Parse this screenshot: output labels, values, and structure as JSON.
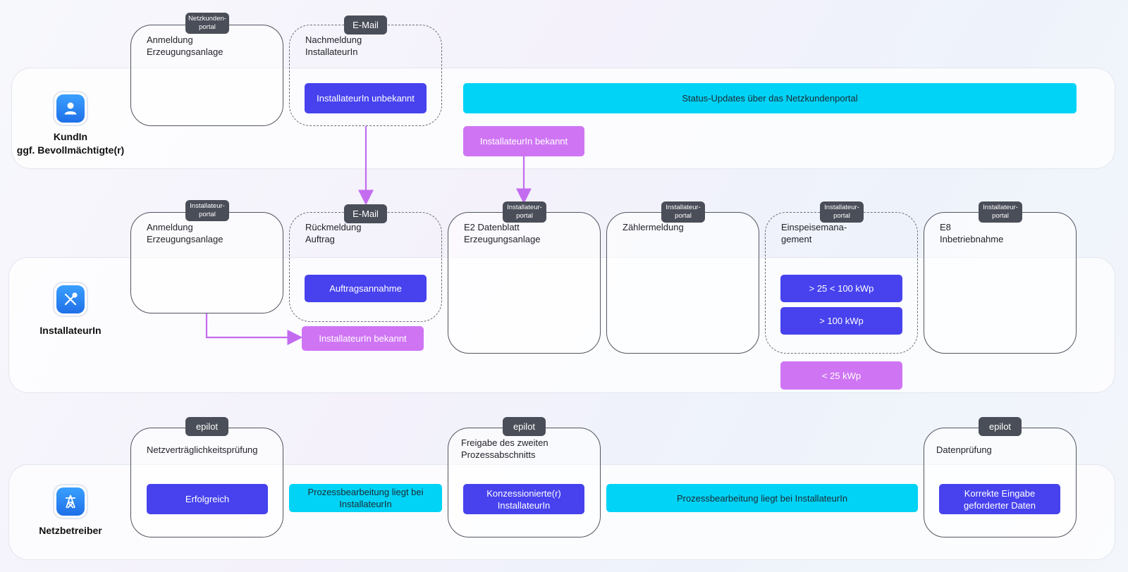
{
  "lanes": {
    "kunde": {
      "label": "KundIn\nggf. Bevollmächtigte(r)",
      "icon": "user-icon"
    },
    "installateur": {
      "label": "InstallateurIn",
      "icon": "tools-icon"
    },
    "netzbetreiber": {
      "label": "Netzbetreiber",
      "icon": "power-pylon-icon"
    }
  },
  "kunde": {
    "anmeldung": {
      "tag": "Netzkunden-\nportal",
      "title": "Anmeldung\nErzeugungsanlage"
    },
    "nachmeldung": {
      "tag": "E-Mail",
      "title": "Nachmeldung\nInstallateurIn",
      "button": "InstallateurIn unbekannt"
    },
    "status_bar": "Status-Updates über das Netzkundenportal",
    "bekannt": "InstallateurIn bekannt"
  },
  "installateur": {
    "anmeldung": {
      "tag": "Installateur-\nportal",
      "title": "Anmeldung\nErzeugungsanlage"
    },
    "rueckmeldung": {
      "tag": "E-Mail",
      "title": "Rückmeldung\nAuftrag",
      "button": "Auftragsannahme"
    },
    "bekannt": "InstallateurIn bekannt",
    "e2": {
      "tag": "Installateur-\nportal",
      "title": "E2 Datenblatt\nErzeugungsanlage"
    },
    "zaehler": {
      "tag": "Installateur-\nportal",
      "title": "Zählermeldung"
    },
    "einspeise": {
      "tag": "Installateur-\nportal",
      "title": "Einspeisemana-\ngement",
      "btn1": "> 25 < 100 kWp",
      "btn2": "> 100 kWp"
    },
    "e8": {
      "tag": "Installateur-\nportal",
      "title": "E8\nInbetriebnahme"
    },
    "small": "< 25 kWp"
  },
  "netzbetreiber": {
    "netzvertraeglichkeit": {
      "tag": "epilot",
      "title": "Netzverträglichkeitsprüfung",
      "button": "Erfolgreich"
    },
    "prozess1": "Prozessbearbeitung liegt bei\nInstallateurIn",
    "freigabe": {
      "tag": "epilot",
      "title": "Freigabe des zweiten\nProzessabschnitts",
      "button": "Konzessionierte(r)\nInstallateurIn"
    },
    "prozess2": "Prozessbearbeitung liegt bei InstallateurIn",
    "datenpruefung": {
      "tag": "epilot",
      "title": "Datenprüfung",
      "button": "Korrekte Eingabe\ngeforderter Daten"
    }
  },
  "colors": {
    "blue": "#4742ee",
    "pink": "#cf75f4",
    "cyan": "#00d3f6",
    "tag": "#4a4e58",
    "arrow": "#c36cf0"
  }
}
